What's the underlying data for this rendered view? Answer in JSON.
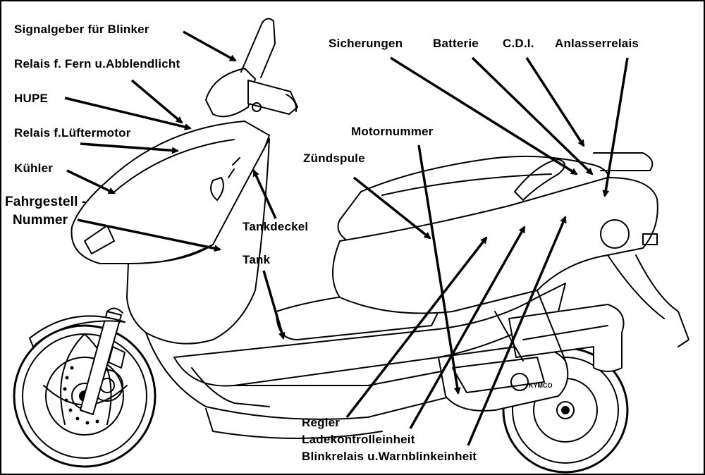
{
  "colors": {
    "ink": "#000000",
    "paper": "#ffffff"
  },
  "labels": {
    "signalgeber": "Signalgeber für Blinker",
    "relais_fern": "Relais f. Fern u.Abblendlicht",
    "hupe": "HUPE",
    "relais_luefter": "Relais f.Lüftermotor",
    "kuehler": "Kühler",
    "fahrgestell_line1": "Fahrgestell -",
    "fahrgestell_line2": "Nummer",
    "sicherungen": "Sicherungen",
    "batterie": "Batterie",
    "cdi": "C.D.I.",
    "anlasserrelais": "Anlasserrelais",
    "motornummer": "Motornummer",
    "zuendspule": "Zündspule",
    "tankdeckel": "Tankdeckel",
    "tank": "Tank",
    "regler": "Regler",
    "ladekontrolle": "Ladekontrolleinheit",
    "blinkrelais": "Blinkrelais u.Warnblinkeinheit"
  },
  "engine_badge": "KYMCO"
}
